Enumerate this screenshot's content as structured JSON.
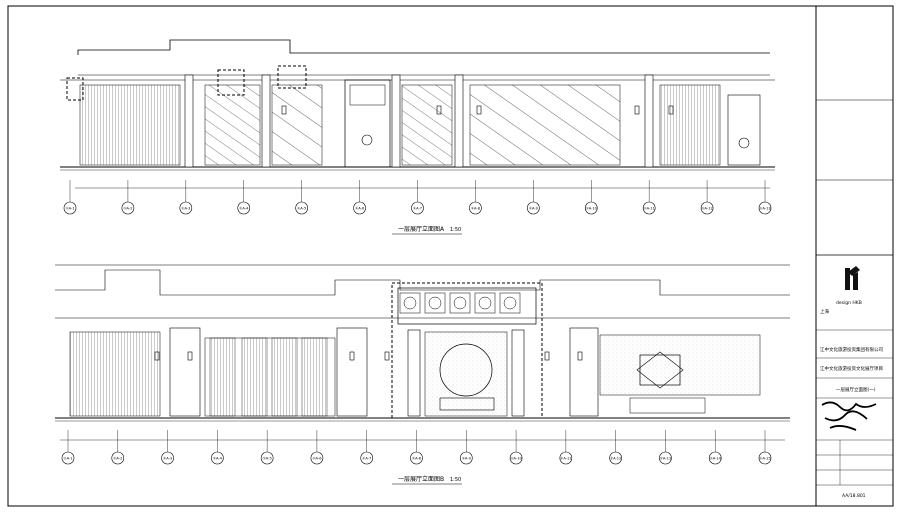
{
  "drawing": {
    "elevation_a_title": "一层展厅立面图A",
    "elevation_a_scale": "1:50",
    "elevation_b_title": "一层展厅立面图B",
    "elevation_b_scale": "1:50"
  },
  "title_block": {
    "company_name": "design HKB",
    "company_cn": "上海",
    "client": "江中文化旅游投资集团有限公司",
    "project": "江中文化旅游投资文化展厅项目",
    "sheet_title": "一层展厅立面图(一)",
    "sheet_number": "AA/18.801"
  },
  "axes_a": [
    "①A-1",
    "①A-2",
    "①A-3",
    "①A-4",
    "①A-5",
    "①A-6",
    "①A-7",
    "①A-8",
    "①A-9",
    "①A-10",
    "①A-11",
    "①A-12",
    "①A-13"
  ],
  "axes_b": [
    "①A-1",
    "①A-2",
    "①A-3",
    "①A-4",
    "①A-5",
    "①A-6",
    "①A-7",
    "①A-8",
    "①A-9",
    "①A-10",
    "①A-11",
    "①A-12",
    "①A-13",
    "①A-14",
    "①A-15"
  ],
  "colors": {
    "line": "#000000",
    "paper": "#ffffff",
    "border": "#000000"
  }
}
